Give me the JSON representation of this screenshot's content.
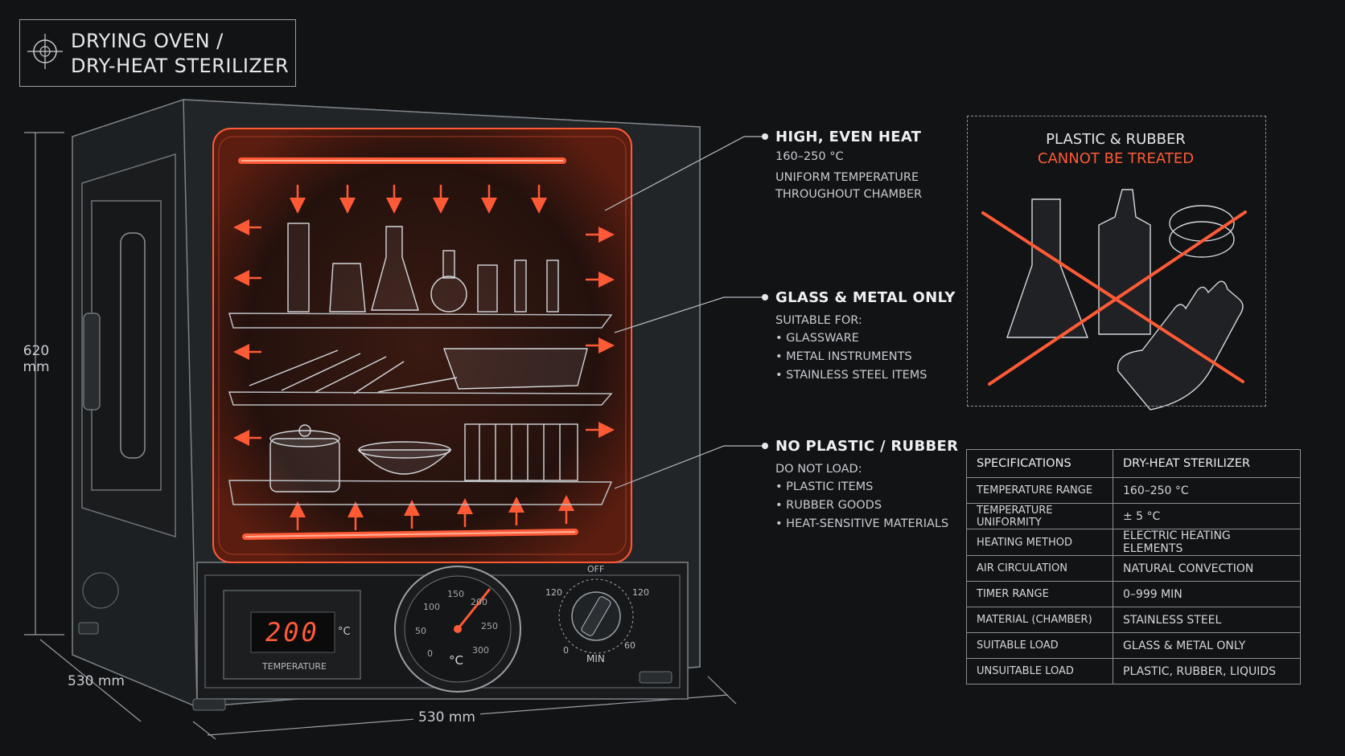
{
  "header": {
    "title_line1": "DRYING OVEN /",
    "title_line2": "DRY-HEAT STERILIZER"
  },
  "dimensions": {
    "height_value": "620",
    "height_unit": "mm",
    "depth": "530 mm",
    "width": "530 mm"
  },
  "display": {
    "readout": "200",
    "unit": "°C",
    "label": "TEMPERATURE"
  },
  "thermometer": {
    "unit": "°C",
    "ticks": [
      "0",
      "50",
      "100",
      "150",
      "200",
      "250",
      "300"
    ]
  },
  "timer": {
    "off": "OFF",
    "left_top": "120",
    "right_top": "120",
    "left_bottom": "0",
    "right_bottom": "60",
    "unit": "MIN"
  },
  "callouts": {
    "heat": {
      "title": "HIGH, EVEN HEAT",
      "range": "160–250 °C",
      "desc1": "UNIFORM TEMPERATURE",
      "desc2": "THROUGHOUT CHAMBER"
    },
    "glass": {
      "title": "GLASS & METAL ONLY",
      "intro": "SUITABLE FOR:",
      "items": [
        "• GLASSWARE",
        "• METAL INSTRUMENTS",
        "• STAINLESS STEEL ITEMS"
      ]
    },
    "plastic": {
      "title": "NO PLASTIC / RUBBER",
      "intro": "DO NOT LOAD:",
      "items": [
        "• PLASTIC ITEMS",
        "• RUBBER GOODS",
        "• HEAT-SENSITIVE MATERIALS"
      ]
    }
  },
  "warning": {
    "title": "PLASTIC & RUBBER",
    "subtitle": "CANNOT BE TREATED"
  },
  "specs": {
    "header": [
      "SPECIFICATIONS",
      "DRY-HEAT STERILIZER"
    ],
    "rows": [
      [
        "TEMPERATURE RANGE",
        "160–250 °C"
      ],
      [
        "TEMPERATURE UNIFORMITY",
        "± 5 °C"
      ],
      [
        "HEATING METHOD",
        "ELECTRIC HEATING ELEMENTS"
      ],
      [
        "AIR CIRCULATION",
        "NATURAL CONVECTION"
      ],
      [
        "TIMER RANGE",
        "0–999 MIN"
      ],
      [
        "MATERIAL (CHAMBER)",
        "STAINLESS STEEL"
      ],
      [
        "SUITABLE LOAD",
        "GLASS & METAL ONLY"
      ],
      [
        "UNSUITABLE LOAD",
        "PLASTIC, RUBBER, LIQUIDS"
      ]
    ]
  },
  "colors": {
    "background": "#111315",
    "heat": "#ff5a36",
    "line": "#9aa0a5"
  }
}
